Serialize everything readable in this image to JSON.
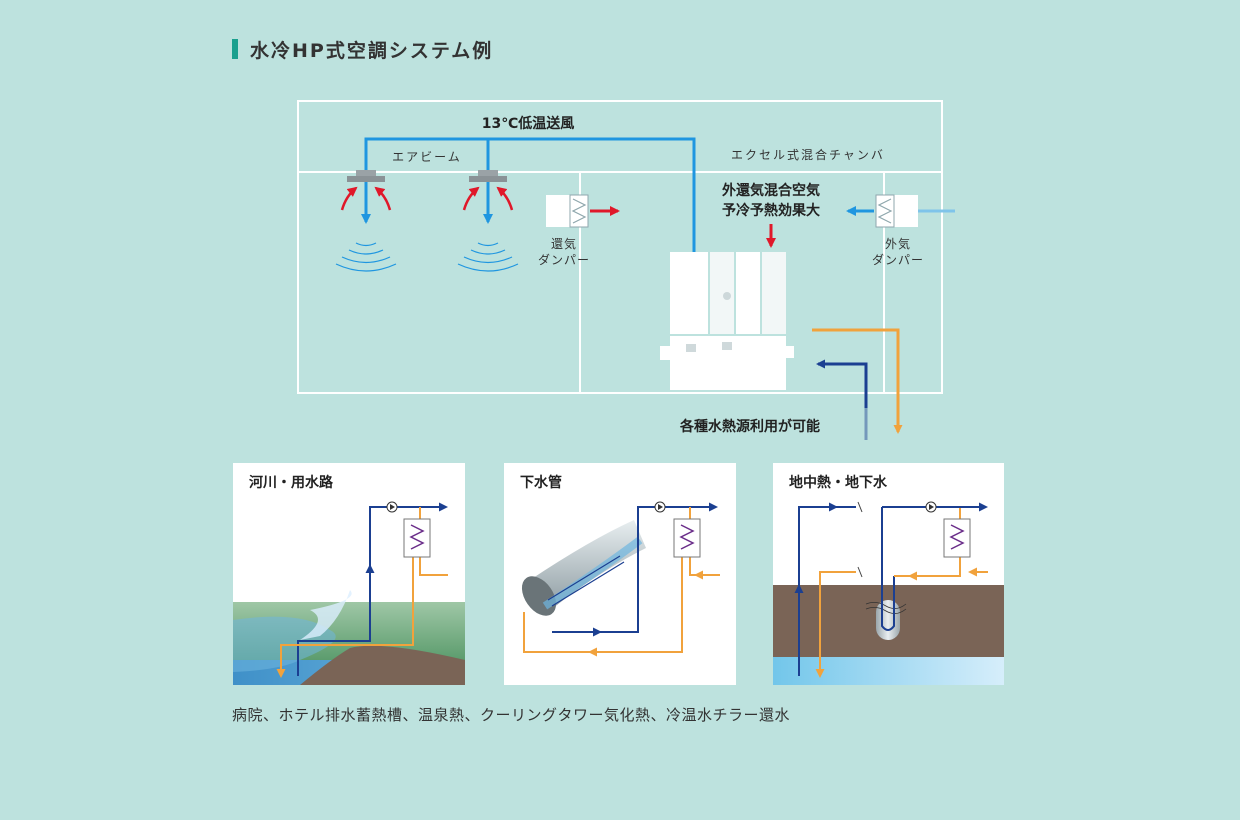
{
  "page": {
    "title": "水冷HP式空調システム例"
  },
  "building": {
    "air_flow_label": "13℃低温送風",
    "air_beam_label": "エアビーム",
    "chamber_label": "エクセル式混合チャンバ",
    "precool_label_line1": "外還気混合空気",
    "precool_label_line2": "予冷予熱効果大",
    "return_damper_line1": "還気",
    "return_damper_line2": "ダンパー",
    "outdoor_damper_line1": "外気",
    "outdoor_damper_line2": "ダンパー",
    "heat_source_note": "各種水熱源利用が可能"
  },
  "panels": [
    {
      "title": "河川・用水路"
    },
    {
      "title": "下水管"
    },
    {
      "title": "地中熱・地下水"
    }
  ],
  "footer": {
    "note": "病院、ホテル排水蓄熱槽、温泉熱、クーリングタワー気化熱、冷温水チラー還水"
  },
  "colors": {
    "background": "#bde2de",
    "accent_bar": "#1aa08e",
    "supply_air_blue": "#1f96e0",
    "warm_red": "#e0182a",
    "cool_water_navy": "#1b3f91",
    "warm_water_orange": "#f1a23c",
    "earth_brown": "#7a6456"
  }
}
